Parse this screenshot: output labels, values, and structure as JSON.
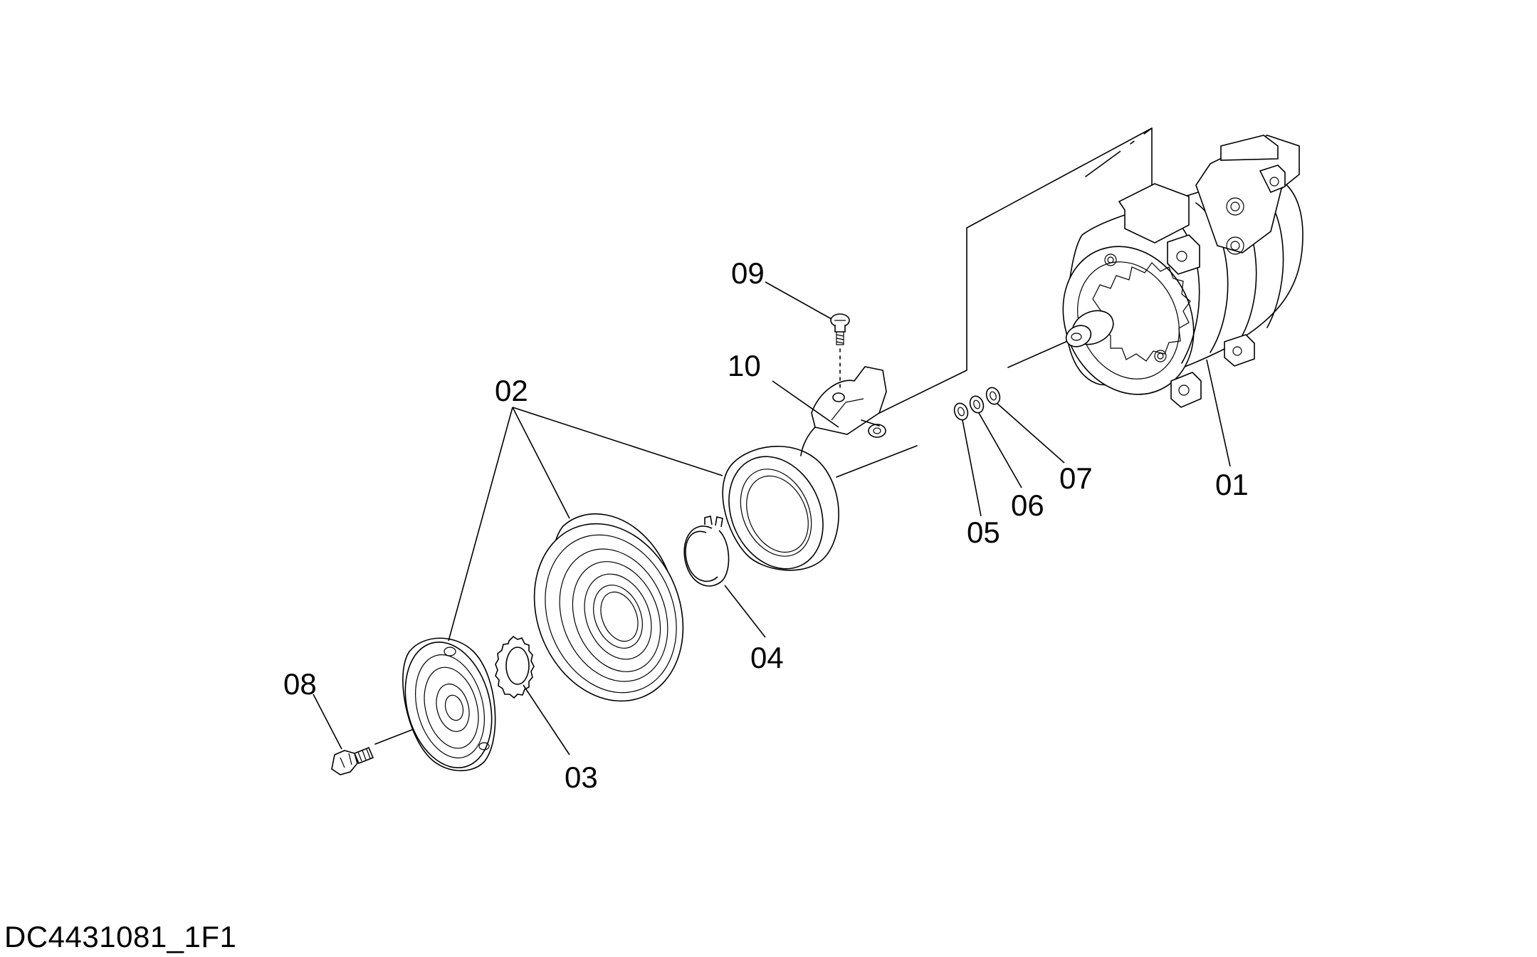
{
  "diagram": {
    "drawing_code": "DC4431081_1F1",
    "part_labels": {
      "p01": "01",
      "p02": "02",
      "p03": "03",
      "p04": "04",
      "p05": "05",
      "p06": "06",
      "p07": "07",
      "p08": "08",
      "p09": "09",
      "p10": "10"
    }
  }
}
